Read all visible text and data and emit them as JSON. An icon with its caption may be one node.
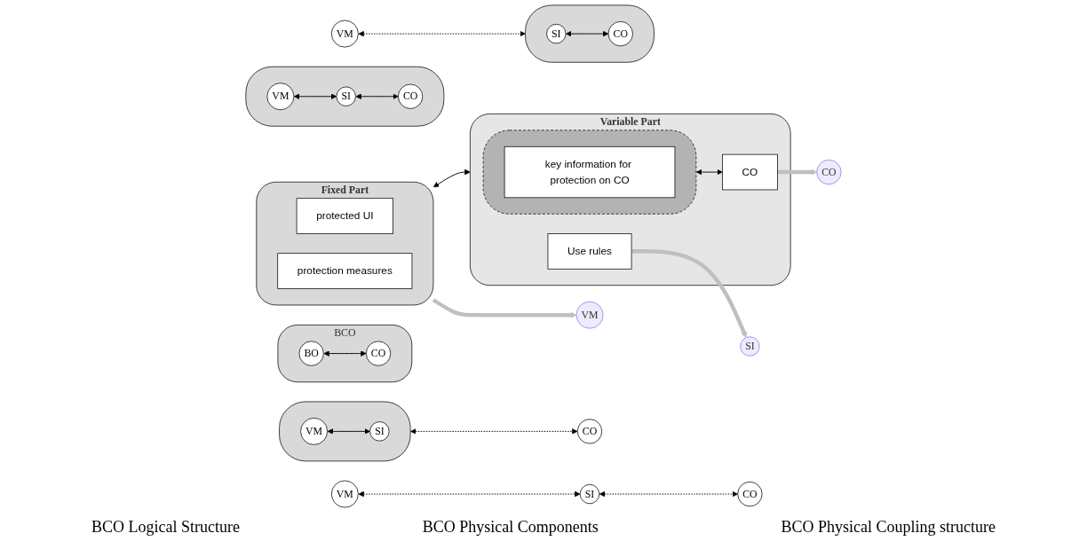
{
  "diagram": {
    "nodes": [
      {
        "text": [
          "BCO"
        ]
      },
      {
        "text": [
          "BO"
        ],
        "in": 0
      },
      {
        "text": [
          "CO"
        ],
        "in": 0
      },
      {
        "text": [
          "Fixed Part"
        ]
      },
      {
        "text": [
          "protected UI"
        ],
        "in": 3
      },
      {
        "text": [
          "protection measures"
        ],
        "in": 3
      },
      {
        "text": [
          "VM"
        ]
      },
      {
        "text": [
          "Variable Part"
        ]
      },
      {
        "text": [],
        "shape": "cloud",
        "in": 7
      },
      {
        "text": [
          "Use rules"
        ],
        "in": 7
      },
      {
        "text": [
          "key information for protection on CO"
        ],
        "in": 8
      },
      {
        "text": [
          "CO"
        ],
        "in": 7
      },
      {
        "text": [
          "SI"
        ]
      },
      {
        "text": [
          "CO"
        ]
      },
      {
        "text": [],
        "shape": "cloud"
      },
      {
        "text": [
          "VM"
        ],
        "in": 14
      },
      {
        "text": [
          "SI"
        ],
        "in": 14
      },
      {
        "text": [
          "CO"
        ],
        "in": 14
      },
      {
        "text": [],
        "shape": "cloud"
      },
      {
        "text": [
          "VM"
        ],
        "in": 18
      },
      {
        "text": [
          "SI"
        ],
        "in": 18
      },
      {
        "text": [
          "CO"
        ]
      },
      {
        "text": [
          "VM"
        ]
      },
      {
        "text": [],
        "shape": "cloud"
      },
      {
        "text": [
          "SI"
        ],
        "in": 23
      },
      {
        "text": [
          "CO"
        ],
        "in": 23
      },
      {
        "text": [
          "VM"
        ]
      },
      {
        "text": [
          "SI"
        ]
      },
      {
        "text": [
          "CO"
        ]
      }
    ],
    "edges": [
      {
        "from": 1,
        "to": 2,
        "arrow": "both"
      },
      {
        "from": 3,
        "to": 6,
        "arrow": "to",
        "style": "thick",
        "color": "#bfbfbf"
      },
      {
        "from": 3,
        "to": 7,
        "arrow": "both"
      },
      {
        "from": 9,
        "to": 12,
        "arrow": "to",
        "style": "thick",
        "color": "#bfbfbf"
      },
      {
        "from": 8,
        "to": 11,
        "arrow": "both"
      },
      {
        "from": 11,
        "to": 13,
        "arrow": "to",
        "style": "thick",
        "color": "#bfbfbf"
      },
      {
        "from": 15,
        "to": 16,
        "arrow": "both"
      },
      {
        "from": 16,
        "to": 17,
        "arrow": "both"
      },
      {
        "from": 19,
        "to": 20,
        "arrow": "both"
      },
      {
        "from": 18,
        "to": 21,
        "arrow": "both",
        "style": "dashed"
      },
      {
        "from": 22,
        "to": 23,
        "arrow": "both",
        "style": "dashed"
      },
      {
        "from": 24,
        "to": 25,
        "arrow": "both"
      },
      {
        "from": 26,
        "to": 27,
        "arrow": "both",
        "style": "dashed"
      },
      {
        "from": 27,
        "to": 28,
        "arrow": "both",
        "style": "dashed"
      }
    ],
    "labels": [
      "BCO Logical Structure",
      "BCO Physical Components",
      "BCO Physical Coupling structure"
    ]
  }
}
